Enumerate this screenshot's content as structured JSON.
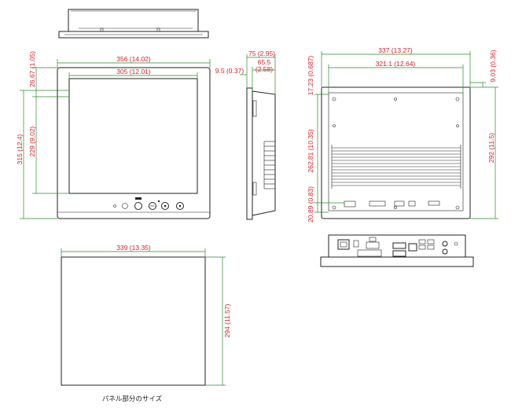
{
  "dimensions": {
    "front_width": "356 (14.02)",
    "front_screen_width": "305 (12.01)",
    "front_height": "315 (12.4)",
    "front_screen_height": "229 (9.02)",
    "front_top_offset": "26.67 (1.05)",
    "side_depth": "75 (2.95)",
    "side_body_depth_a": "65.5",
    "side_body_depth_b": "(2.58)",
    "side_bezel": "9.5 (0.37)",
    "rear_width": "337 (13.27)",
    "rear_inner_width": "321.1 (12.64)",
    "rear_height": "292 (11.5)",
    "rear_inner_height": "262.81 (10.35)",
    "rear_top_offset": "17.23 (0.687)",
    "rear_top_right": "9.03 (0.36)",
    "rear_bottom_offset": "20.89 (0.83)",
    "cutout_width": "339 (13.35)",
    "cutout_height": "294 (11.57)"
  },
  "caption": "パネル部分のサイズ"
}
